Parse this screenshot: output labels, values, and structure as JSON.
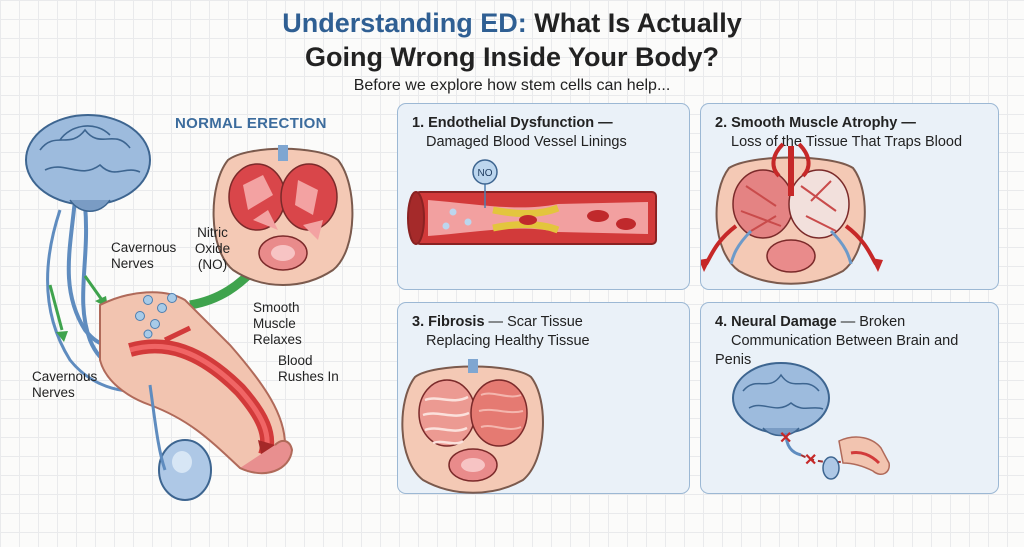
{
  "title": {
    "accent": "Understanding ED:",
    "line1_rest": " What Is Actually",
    "line2": "Going Wrong Inside Your Body?"
  },
  "subtitle": "Before we explore how stem cells can help...",
  "normal": {
    "heading": "NORMAL ERECTION",
    "labels": {
      "cavernous_nerves_top": "Cavernous Nerves",
      "nitric_oxide": "Nitric Oxide (NO)",
      "smooth_muscle": "Smooth Muscle Relaxes",
      "blood": "Blood Rushes In",
      "cavernous_nerves_bottom": "Cavernous Nerves"
    }
  },
  "panels": [
    {
      "number": "1.",
      "title": "Endothelial Dysfunction",
      "dash": " —",
      "subtitle": "Damaged Blood Vessel Linings",
      "badge": "NO"
    },
    {
      "number": "2.",
      "title": "Smooth Muscle Atrophy",
      "dash": " —",
      "subtitle": "Loss of the Tissue That Traps Blood"
    },
    {
      "number": "3.",
      "title": "Fibrosis",
      "dash": " — Scar Tissue",
      "subtitle": "Replacing Healthy Tissue"
    },
    {
      "number": "4.",
      "title": "Neural Damage",
      "dash": " — Broken",
      "subtitle": "Communication Between Brain and Penis"
    }
  ],
  "colors": {
    "accent_blue": "#2f5f93",
    "panel_fill": "#eaf1f8",
    "panel_border": "#9cb8d4",
    "tissue_red": "#d9464a",
    "brain_blue": "#8fb0d6",
    "arrow_green": "#3fa34d"
  }
}
